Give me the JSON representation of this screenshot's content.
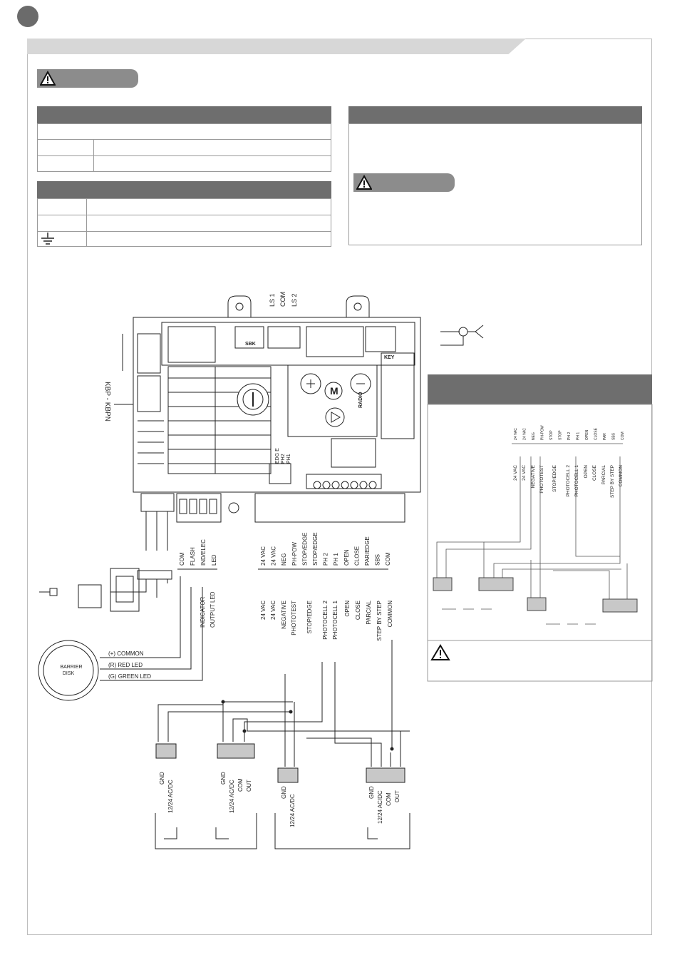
{
  "header": {
    "page_marker": "",
    "section_title": ""
  },
  "components": {
    "ls1": "LS 1",
    "com": "COM",
    "ls2": "LS 2",
    "sbk": "SBK",
    "key": "KEY",
    "radio": "RADIO",
    "motor": "M",
    "kbp": "KBP - KBPN"
  },
  "dip_labels": [
    "EDG E",
    "PH2",
    "PH1"
  ],
  "left_terminals": [
    "COM",
    "FLASH",
    "IND/ELEC",
    "LED"
  ],
  "left_functions": [
    "INDICATOR",
    "OUTPUT LED"
  ],
  "right_terminals": [
    "24 VAC",
    "24 VAC",
    "NEG",
    "PH-POW",
    "STOP/EDGE",
    "STOP/EDGE",
    "PH 2",
    "PH 1",
    "OPEN",
    "CLOSE",
    "PAR/EDGE",
    "SBS",
    "COM"
  ],
  "right_functions": [
    "24 VAC",
    "24 VAC",
    "NEGATIVE",
    "PHOTOTEST",
    "STOP/EDGE",
    "PHOTOCELL 2",
    "PHOTOCELL 1",
    "OPEN",
    "CLOSE",
    "PARCIAL",
    "STEP BY STEP",
    "COMMON"
  ],
  "barrier": {
    "title_line1": "BARRIER",
    "title_line2": "DISK",
    "common": "(+) COMMON",
    "red": "(R) RED LED",
    "green": "(G) GREEN LED"
  },
  "photocells": {
    "gnd": "GND",
    "power": "12/24 AC/DC",
    "com": "COM",
    "out": "OUT"
  },
  "inset_terminals": [
    "24 VAC",
    "24 VAC",
    "NEG",
    "PH-POW",
    "STOP",
    "STOP",
    "PH 2",
    "PH 1",
    "OPEN",
    "CLOSE",
    "PAR",
    "SBS",
    "COM"
  ],
  "inset_functions": [
    "24 VAC",
    "24 VAC",
    "NEGATIVE",
    "PHOTOTEST",
    "STOP/EDGE",
    "PHOTOCELL 2",
    "PHOTOCELL 1",
    "OPEN",
    "CLOSE",
    "PARCIAL",
    "STEP BY STEP",
    "COMMON"
  ]
}
